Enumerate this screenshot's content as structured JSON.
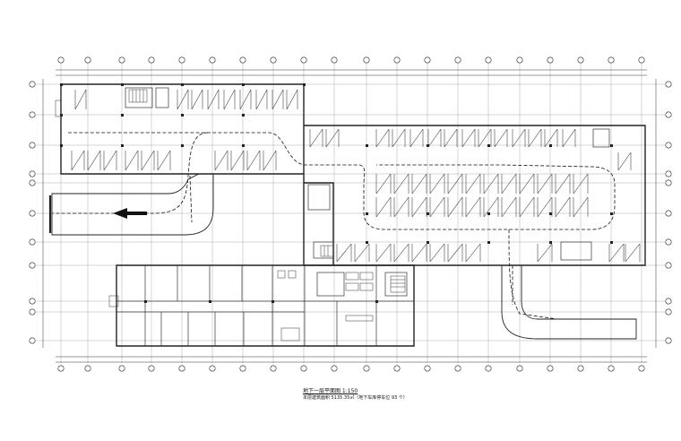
{
  "drawing": {
    "title": "地下一层平面图 1:150",
    "note": "本层建筑面积 5135.35㎡（地下车库停车位 93 个）"
  },
  "colors": {
    "background": "#ffffff",
    "linework": "#222222",
    "gridline": "#9a9a9a",
    "stall": "#333333",
    "route": "#111111"
  },
  "icons": {
    "drive_direction": "arrow-left-icon",
    "stair": "stair-icon",
    "ramp": "ramp-icon"
  },
  "parking": {
    "stall_count": 93
  }
}
